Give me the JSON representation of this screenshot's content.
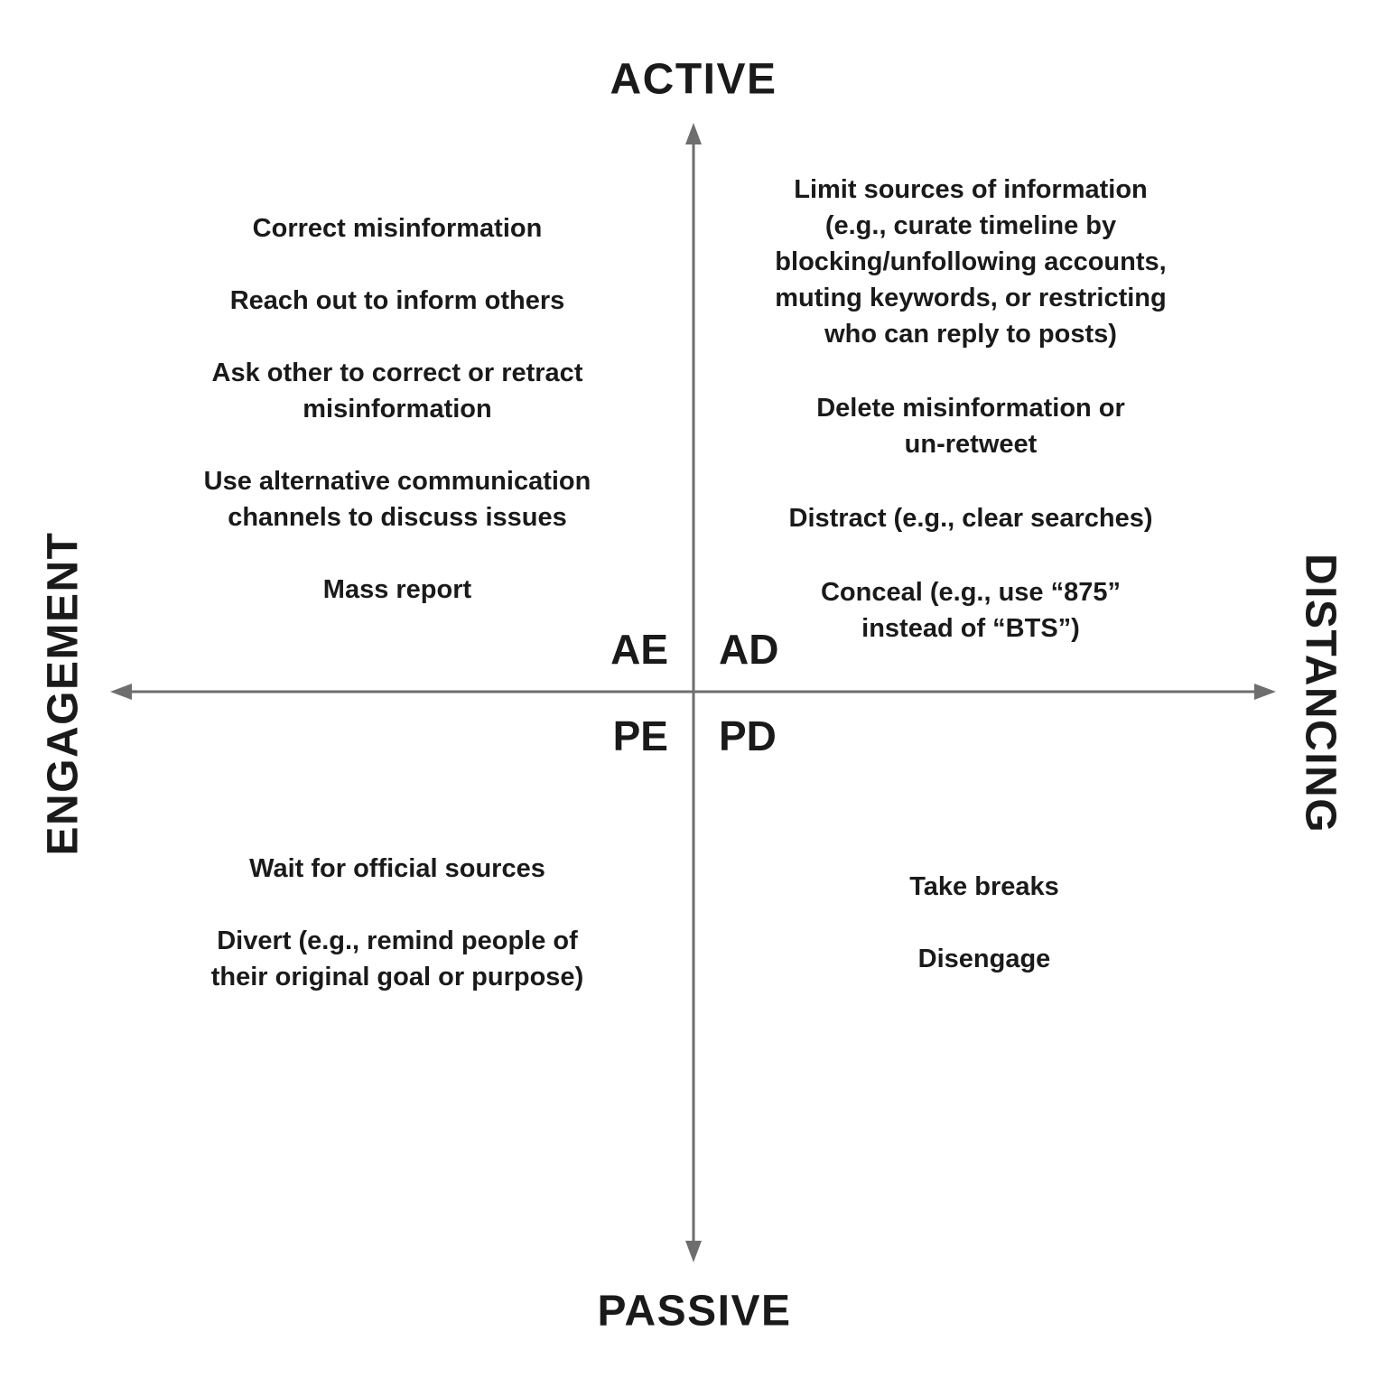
{
  "axes": {
    "vertical": {
      "top_label": "ACTIVE",
      "bottom_label": "PASSIVE"
    },
    "horizontal": {
      "left_label": "ENGAGEMENT",
      "right_label": "DISTANCING"
    }
  },
  "quadrants": {
    "active_engagement": {
      "code": "AE",
      "items": [
        "Correct misinformation",
        "Reach out to inform others",
        "Ask other to correct or retract\nmisinformation",
        "Use alternative communication\nchannels to discuss issues",
        "Mass report"
      ]
    },
    "active_distancing": {
      "code": "AD",
      "items": [
        "Limit sources of information\n(e.g., curate timeline by\nblocking/unfollowing accounts,\nmuting keywords, or restricting\nwho can reply to posts)",
        "Delete misinformation or\nun-retweet",
        "Distract (e.g., clear searches)",
        "Conceal (e.g., use “875”\ninstead of “BTS”)"
      ]
    },
    "passive_engagement": {
      "code": "PE",
      "items": [
        "Wait for official sources",
        "Divert (e.g., remind people of\ntheir original goal or purpose)"
      ]
    },
    "passive_distancing": {
      "code": "PD",
      "items": [
        "Take breaks",
        "Disengage"
      ]
    }
  },
  "colors": {
    "axis_line": "#6e6e6e",
    "text": "#1a1a1a",
    "background": "#ffffff"
  }
}
